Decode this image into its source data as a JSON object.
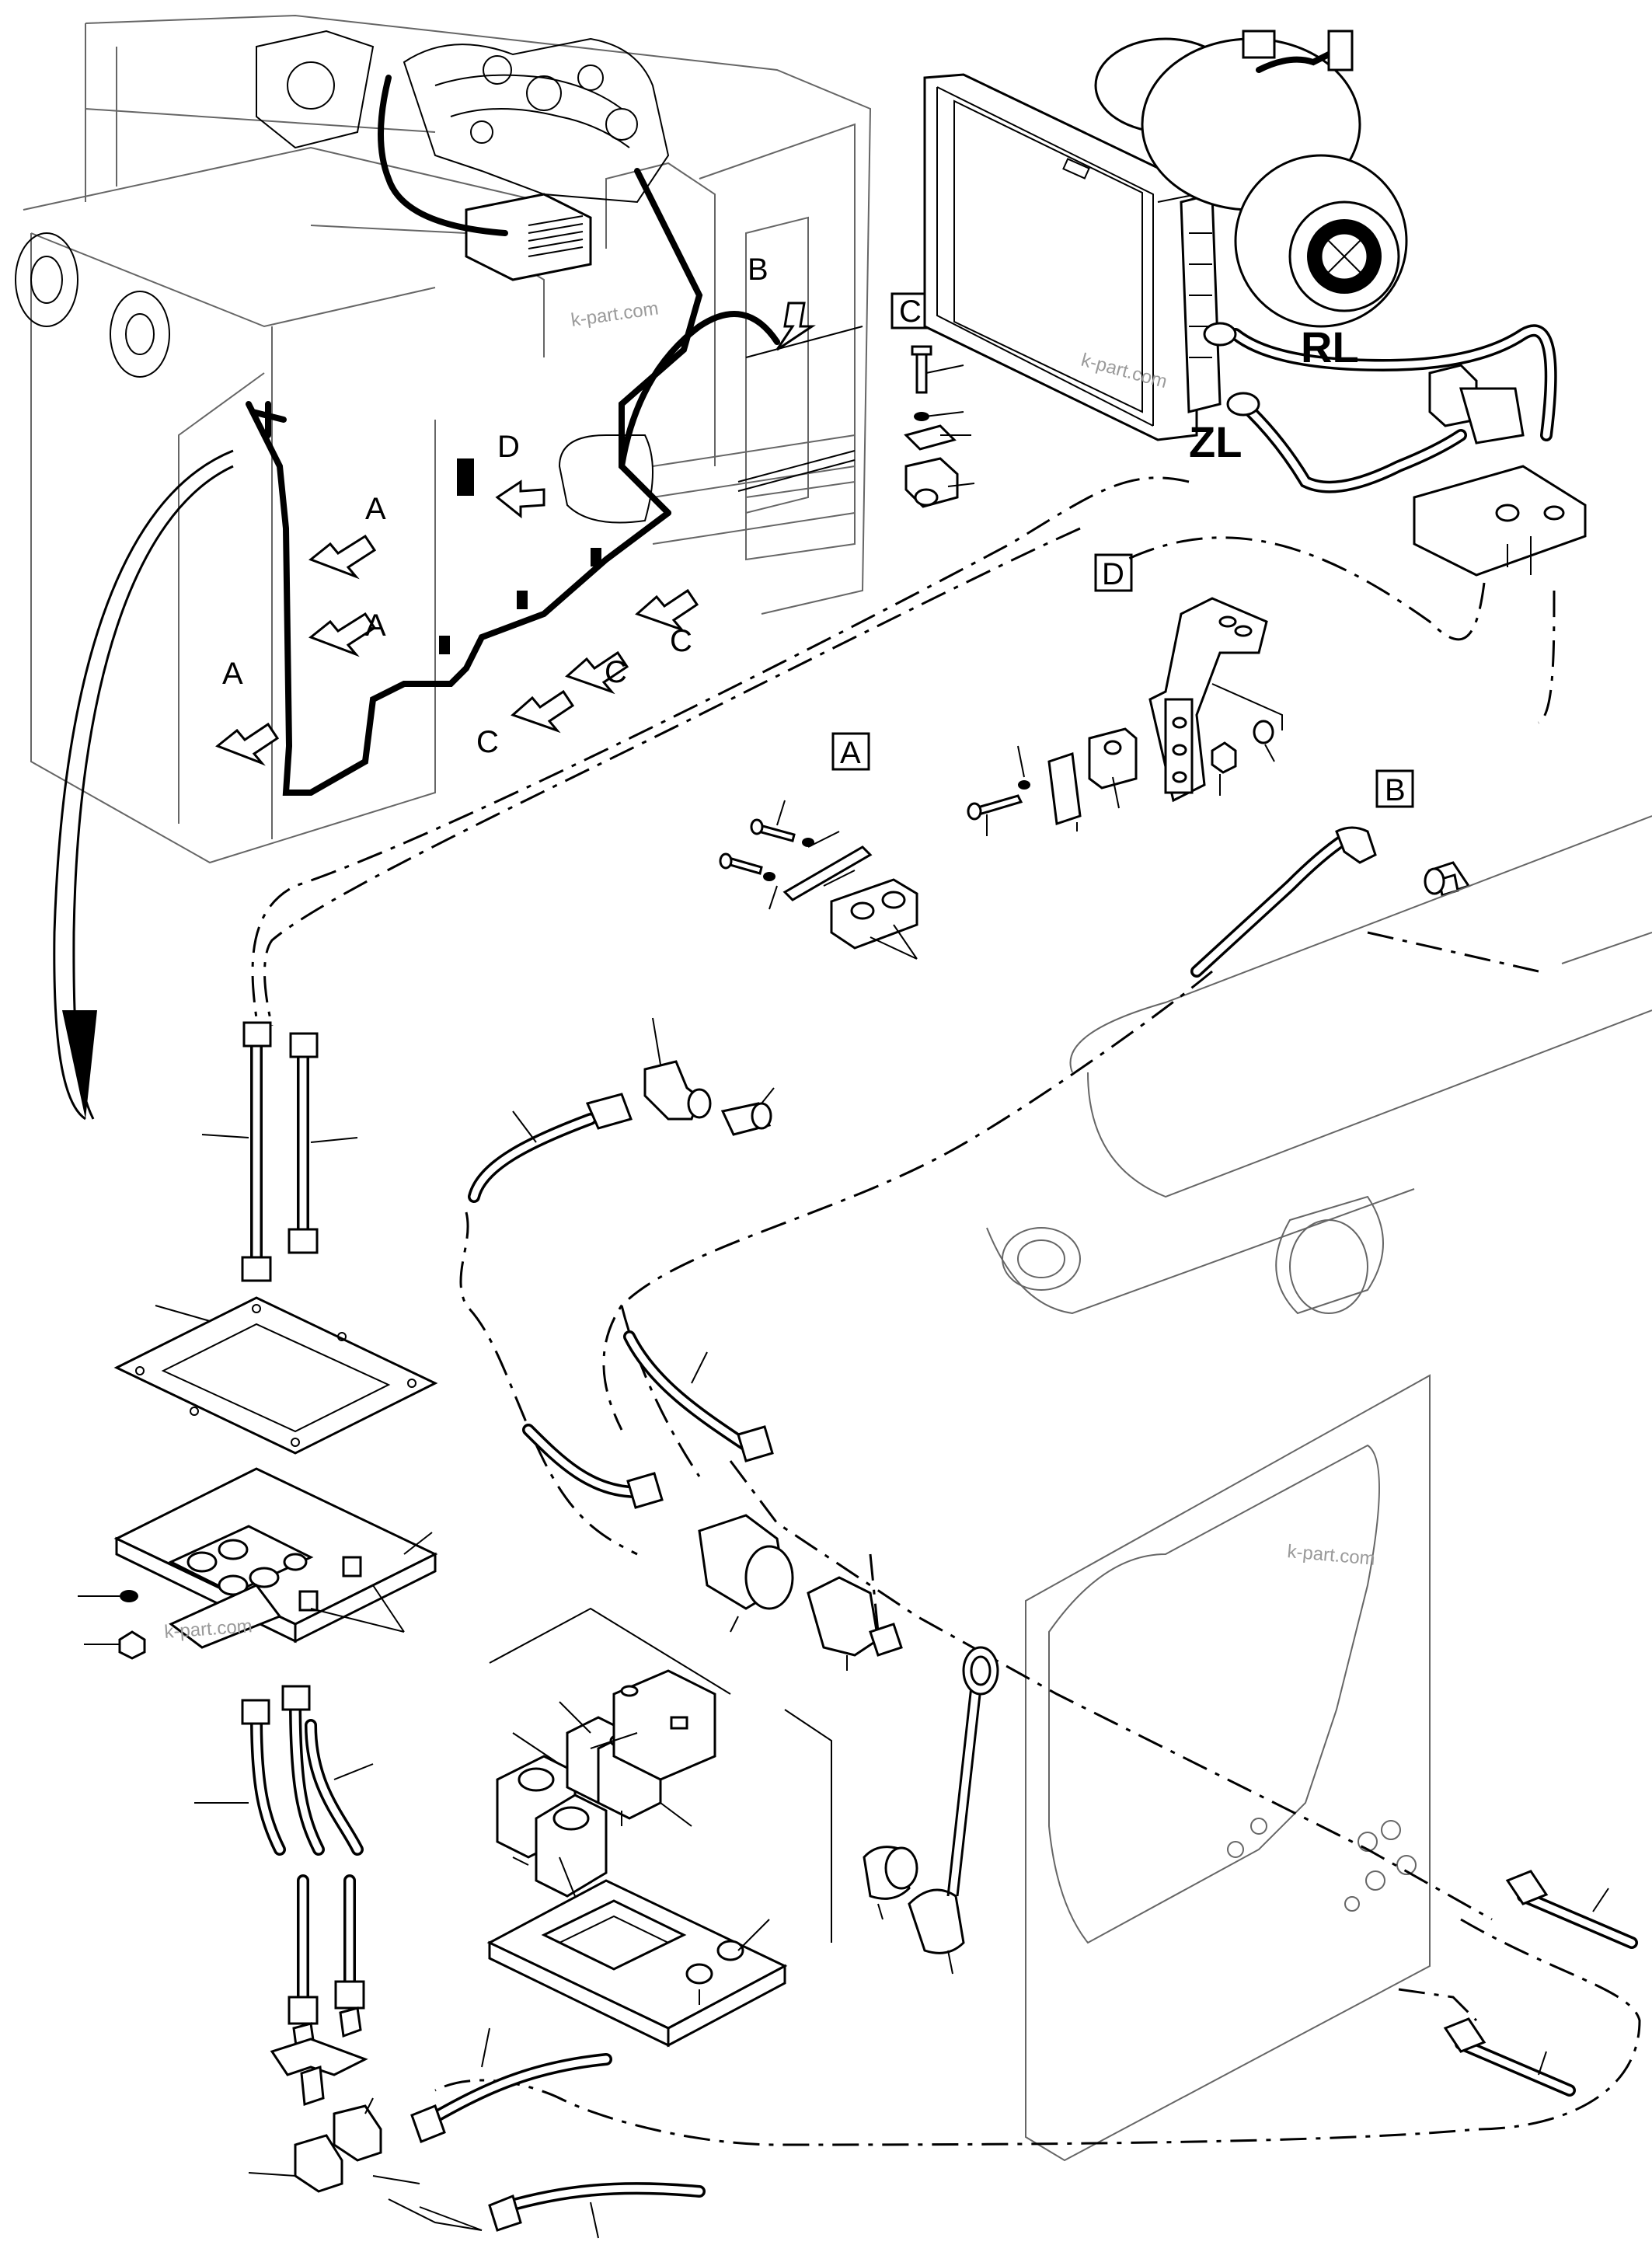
{
  "diagram": {
    "callouts": {
      "A": "A",
      "B": "B",
      "C": "C",
      "D": "D"
    },
    "port_labels": {
      "return_line": "RL",
      "supply_line": "ZL"
    },
    "watermark": "k-part.com"
  }
}
